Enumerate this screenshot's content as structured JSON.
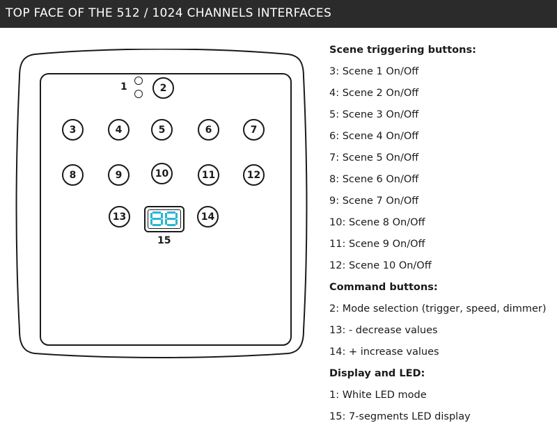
{
  "header": {
    "title": "TOP FACE OF THE 512 / 1024 CHANNELS INTERFACES"
  },
  "device": {
    "led_label": "1",
    "buttons": [
      "2",
      "3",
      "4",
      "5",
      "6",
      "7",
      "8",
      "9",
      "10",
      "11",
      "12",
      "13",
      "14"
    ],
    "display_label": "15",
    "display_digits": "88"
  },
  "legend": {
    "scene_heading": "Scene triggering buttons:",
    "scene_items": [
      "3: Scene 1 On/Off",
      "4: Scene 2 On/Off",
      "5: Scene 3 On/Off",
      "6: Scene 4 On/Off",
      "7: Scene 5 On/Off",
      "8: Scene 6 On/Off",
      "9: Scene 7 On/Off",
      "10: Scene 8 On/Off",
      "11: Scene 9 On/Off",
      "12: Scene 10 On/Off"
    ],
    "command_heading": "Command buttons:",
    "command_items": [
      "2: Mode selection (trigger, speed, dimmer)",
      "13: - decrease values",
      "14: + increase values"
    ],
    "display_heading": "Display and LED:",
    "display_items": [
      "1: White LED mode",
      "15: 7-segments LED display"
    ]
  },
  "colors": {
    "header_bg": "#2b2b2b",
    "display_segments": "#29b6d4",
    "outline": "#1a1a1a"
  }
}
